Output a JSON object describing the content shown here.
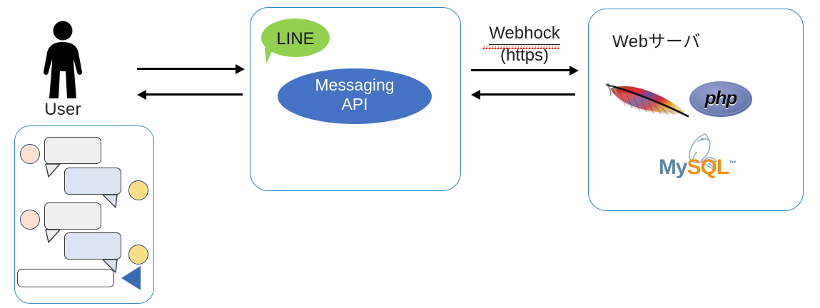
{
  "diagram": {
    "title": "LINE Messaging API webhook architecture",
    "colors": {
      "panel_border": "#2E87C8",
      "line_green": "#92D050",
      "api_blue": "#4472C4",
      "bubble_grey": "#EFEFEF",
      "bubble_blue": "#DCE4F4",
      "avatar_pink": "#FAE1D2",
      "avatar_yellow": "#FBDE8A",
      "send_blue": "#3A6BB0",
      "spellcheck_red": "#E03B2B",
      "php_oval": "#6C7EB7",
      "mysql_my": "#5D87A1",
      "mysql_sql": "#F29111",
      "arrow_black": "#000000"
    }
  },
  "user": {
    "label": "User",
    "icon": "person-figure-icon"
  },
  "chat": {
    "messages": [
      {
        "side": "left",
        "avatar": "pink",
        "type": "grey"
      },
      {
        "side": "right",
        "avatar": "yellow",
        "type": "blue"
      },
      {
        "side": "left",
        "avatar": "pink",
        "type": "grey"
      },
      {
        "side": "right",
        "avatar": "yellow",
        "type": "blue"
      }
    ],
    "input_value": "",
    "input_placeholder": "",
    "send_icon": "send-triangle-icon"
  },
  "line_platform": {
    "badge_label": "LINE",
    "service_label_line1": "Messaging",
    "service_label_line2": "API"
  },
  "connection_user_line": {
    "arrow_out": "arrow-right",
    "arrow_in": "arrow-left"
  },
  "connection_line_server": {
    "label_line1": "Webhock",
    "label_line2": "(https)",
    "arrow_out": "arrow-right",
    "arrow_in": "arrow-left"
  },
  "web_server": {
    "title": "Webサーバ",
    "stack": [
      {
        "name": "Apache",
        "icon": "apache-feather-icon"
      },
      {
        "name": "php",
        "icon": "php-logo-icon"
      },
      {
        "name": "MySQL",
        "icon": "mysql-dolphin-icon",
        "text_my": "My",
        "text_sql": "SQL",
        "trademark": "™"
      }
    ]
  }
}
